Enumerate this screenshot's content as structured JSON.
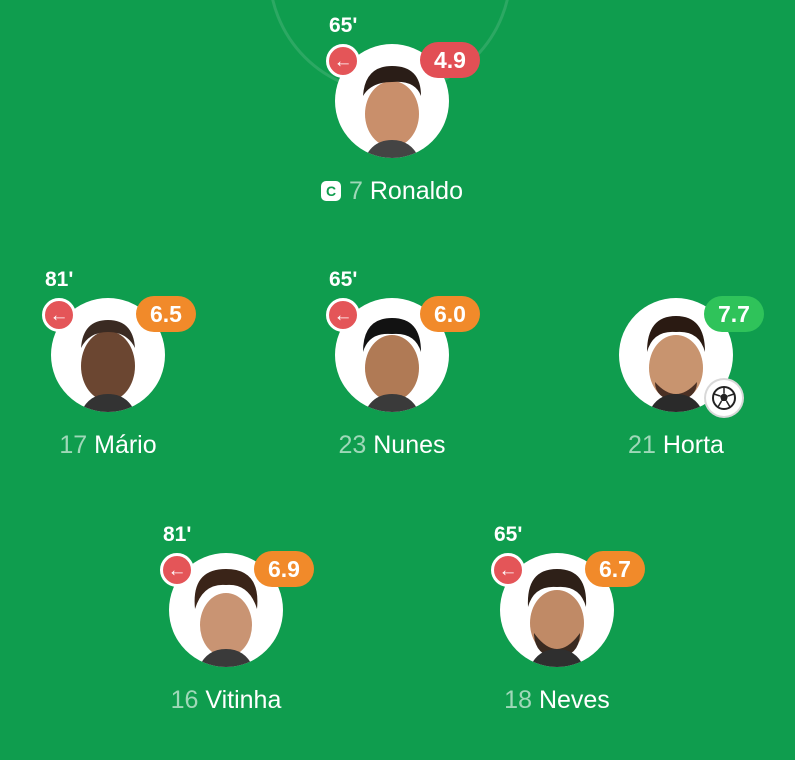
{
  "colors": {
    "pitch": "#0f9d4e",
    "rating_red": "#e24f55",
    "rating_orange": "#f18a2a",
    "rating_green": "#2fc35a",
    "sub_off": "#e45558"
  },
  "players": {
    "ronaldo": {
      "minute": "65'",
      "rating": "4.9",
      "number": "7",
      "name": "Ronaldo",
      "captain_badge": "C"
    },
    "mario": {
      "minute": "81'",
      "rating": "6.5",
      "number": "17",
      "name": "Mário"
    },
    "nunes": {
      "minute": "65'",
      "rating": "6.0",
      "number": "23",
      "name": "Nunes"
    },
    "horta": {
      "rating": "7.7",
      "number": "21",
      "name": "Horta"
    },
    "vitinha": {
      "minute": "81'",
      "rating": "6.9",
      "number": "16",
      "name": "Vitinha"
    },
    "neves": {
      "minute": "65'",
      "rating": "6.7",
      "number": "18",
      "name": "Neves"
    }
  },
  "icons": {
    "sub_off": "←",
    "captain": "captain-badge",
    "goal": "football-icon"
  }
}
